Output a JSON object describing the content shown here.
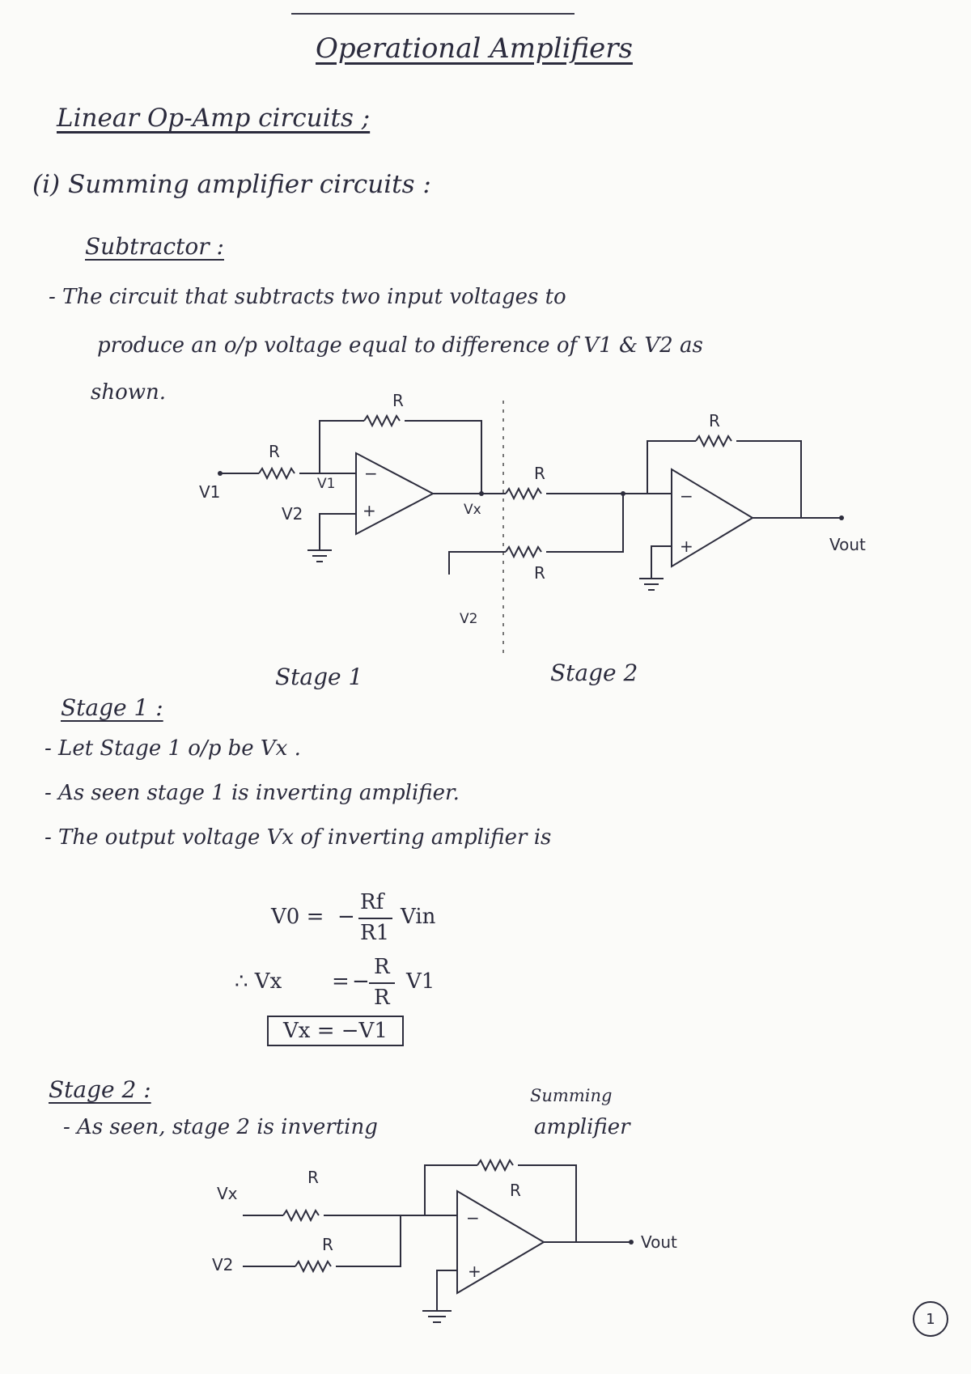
{
  "title": "Operational Amplifiers",
  "section": "Linear Op-Amp circuits ;",
  "subsection": "(i) Summing amplifier circuits :",
  "topic": "Subtractor :",
  "intro": {
    "line1": "- The circuit that subtracts two input voltages to",
    "line2": "produce an o/p voltage equal to difference of V1 & V2 as",
    "line3": "shown."
  },
  "circuit1": {
    "r_feedback": "R",
    "r_in1": "R",
    "v1_in": "V1",
    "v1_node": "V1",
    "v2_plus": "V2",
    "plus": "+",
    "minus": "−",
    "vx": "Vx",
    "r2_top": "R",
    "r2_bottom": "R",
    "v2_in": "V2",
    "r_feedback2": "R",
    "vout": "Vout",
    "stage1": "Stage 1",
    "stage2": "Stage 2"
  },
  "stage1": {
    "heading": "Stage 1 :",
    "line1": "- Let Stage 1 o/p be Vx .",
    "line2": "- As seen stage 1 is inverting amplifier.",
    "line3": "- The output voltage Vx of inverting amplifier is",
    "eq1_lhs": "V0 =",
    "eq1_frac_num": "Rf",
    "eq1_frac_den": "R1",
    "eq1_rhs": "Vin",
    "eq2_prefix": "∴ Vx",
    "eq2_eq": "=",
    "eq2_num": "R",
    "eq2_den": "R",
    "eq2_rhs": "V1",
    "minus": "−",
    "result": "Vx = −V1"
  },
  "stage2": {
    "heading": "Stage 2 :",
    "line1_a": "- As seen, stage 2 is inverting",
    "line1_b": "amplifier",
    "above": "Summing",
    "circuit": {
      "vx": "Vx",
      "r_vx": "R",
      "v2": "V2",
      "r_v2": "R",
      "r_f": "R",
      "plus": "+",
      "minus": "−",
      "vout": "Vout"
    }
  },
  "page_number": "1"
}
